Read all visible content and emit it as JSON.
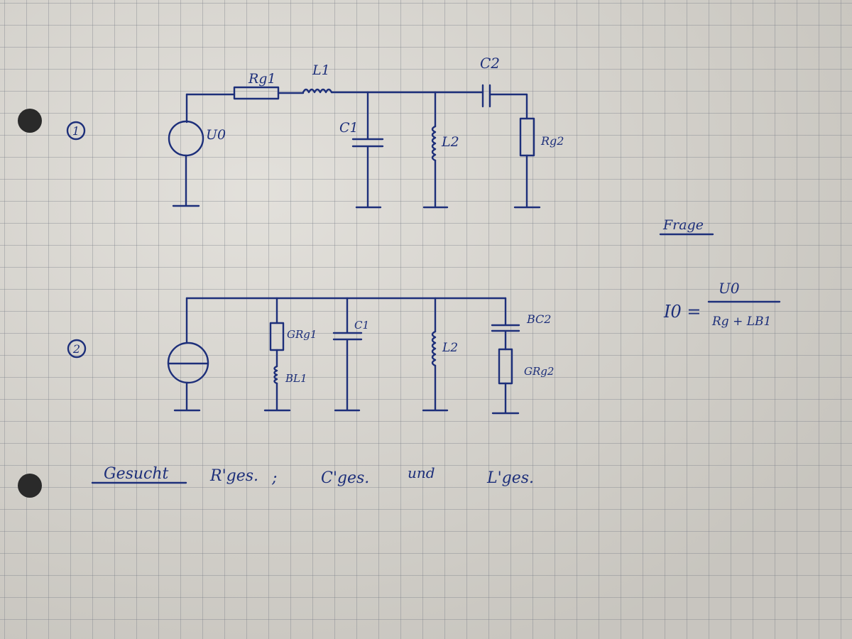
{
  "circuit1": {
    "number": "1",
    "labels": {
      "r_g1": "Rg1",
      "l1": "L1",
      "c2": "C2",
      "u0": "U0",
      "c1": "C1",
      "l2": "L2",
      "r_g2": "Rg2"
    }
  },
  "circuit2": {
    "number": "2",
    "labels": {
      "g_rg1": "GRg1",
      "b_l1": "BL1",
      "c1": "C1",
      "l2": "L2",
      "b_c2": "BC2",
      "g_rg2": "GRg2"
    }
  },
  "frage": {
    "heading": "Frage",
    "lhs": "I0 =",
    "numerator": "U0",
    "denominator": "Rg + LB1"
  },
  "gesucht": {
    "heading": "Gesucht",
    "r_ges": "R'ges.",
    "separator": ";",
    "c_ges": "C'ges.",
    "and_word": "und",
    "l_ges": "L'ges."
  },
  "ink_color": "#1d2f7a"
}
